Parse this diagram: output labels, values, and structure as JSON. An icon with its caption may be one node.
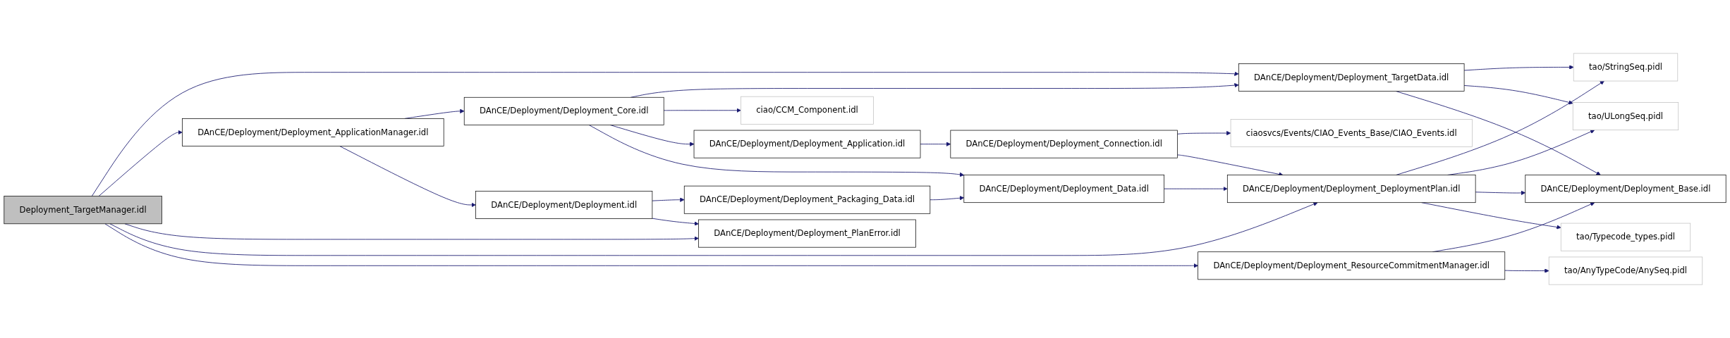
{
  "diagram": {
    "nodes": [
      {
        "text": [
          "Deployment_TargetManager.idl"
        ]
      },
      {
        "text": [
          "DAnCE/Deployment/Deployment_ApplicationManager.idl"
        ]
      },
      {
        "text": [
          "DAnCE/Deployment/Deployment_ResourceCommitmentManager.idl"
        ]
      },
      {
        "text": [
          "DAnCE/Deployment/Deployment_Core.idl"
        ]
      },
      {
        "text": [
          "DAnCE/Deployment/Deployment.idl"
        ]
      },
      {
        "text": [
          "tao/AnyTypeCode/AnySeq.pidl"
        ]
      },
      {
        "text": [
          "ciao/CCM_Component.idl"
        ]
      },
      {
        "text": [
          "DAnCE/Deployment/Deployment_Application.idl"
        ]
      },
      {
        "text": [
          "DAnCE/Deployment/Deployment_Packaging_Data.idl"
        ]
      },
      {
        "text": [
          "DAnCE/Deployment/Deployment_PlanError.idl"
        ]
      },
      {
        "text": [
          "DAnCE/Deployment/Deployment_Connection.idl"
        ]
      },
      {
        "text": [
          "DAnCE/Deployment/Deployment_Data.idl"
        ]
      },
      {
        "text": [
          "ciaosvcs/Events/CIAO_Events_Base/CIAO_Events.idl"
        ]
      },
      {
        "text": [
          "DAnCE/Deployment/Deployment_TargetData.idl"
        ]
      },
      {
        "text": [
          "DAnCE/Deployment/Deployment_DeploymentPlan.idl"
        ]
      },
      {
        "text": [
          "tao/StringSeq.pidl"
        ]
      },
      {
        "text": [
          "tao/ULongSeq.pidl"
        ]
      },
      {
        "text": [
          "DAnCE/Deployment/Deployment_Base.idl"
        ]
      },
      {
        "text": [
          "tao/Typecode_types.pidl"
        ]
      }
    ],
    "edges": [
      {
        "from": 0,
        "to": 13,
        "arrow": "to"
      },
      {
        "from": 0,
        "to": 1,
        "arrow": "to"
      },
      {
        "from": 0,
        "to": 9,
        "arrow": "to"
      },
      {
        "from": 0,
        "to": 14,
        "arrow": "to"
      },
      {
        "from": 0,
        "to": 2,
        "arrow": "to"
      },
      {
        "from": 1,
        "to": 3,
        "arrow": "to"
      },
      {
        "from": 1,
        "to": 4,
        "arrow": "to"
      },
      {
        "from": 3,
        "to": 13,
        "arrow": "to"
      },
      {
        "from": 3,
        "to": 6,
        "arrow": "to"
      },
      {
        "from": 3,
        "to": 7,
        "arrow": "to"
      },
      {
        "from": 3,
        "to": 11,
        "arrow": "to"
      },
      {
        "from": 4,
        "to": 8,
        "arrow": "to"
      },
      {
        "from": 4,
        "to": 9,
        "arrow": "to"
      },
      {
        "from": 7,
        "to": 10,
        "arrow": "to"
      },
      {
        "from": 8,
        "to": 11,
        "arrow": "to"
      },
      {
        "from": 10,
        "to": 12,
        "arrow": "to"
      },
      {
        "from": 10,
        "to": 14,
        "arrow": "to"
      },
      {
        "from": 11,
        "to": 14,
        "arrow": "to"
      },
      {
        "from": 13,
        "to": 15,
        "arrow": "to"
      },
      {
        "from": 13,
        "to": 16,
        "arrow": "to"
      },
      {
        "from": 13,
        "to": 17,
        "arrow": "to"
      },
      {
        "from": 14,
        "to": 15,
        "arrow": "to"
      },
      {
        "from": 14,
        "to": 16,
        "arrow": "to"
      },
      {
        "from": 14,
        "to": 17,
        "arrow": "to"
      },
      {
        "from": 14,
        "to": 18,
        "arrow": "to"
      },
      {
        "from": 2,
        "to": 17,
        "arrow": "to"
      },
      {
        "from": 2,
        "to": 5,
        "arrow": "to"
      }
    ]
  }
}
